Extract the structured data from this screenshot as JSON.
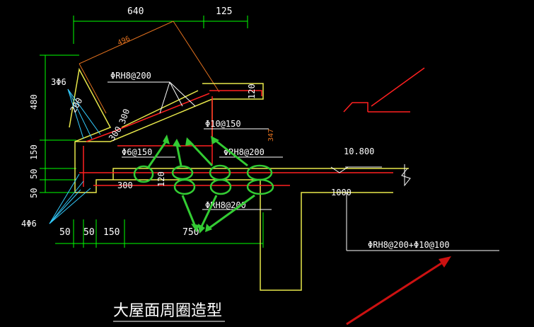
{
  "dimensions": {
    "top_width": "640",
    "top_right": "125",
    "slope_len": "496",
    "left_480": "480",
    "left_150": "150",
    "left_50a": "50",
    "left_50b": "50",
    "bottom_50a": "50",
    "bottom_50b": "50",
    "bottom_150": "150",
    "bottom_750": "750",
    "dim_200": "200",
    "dim_300a": "300",
    "dim_300b": "300",
    "dim_300c": "300",
    "dim_120": "120",
    "dim_120r": "120",
    "dim_347": "347",
    "dim_1000": "1000",
    "elev": "10.800"
  },
  "labels": {
    "rebar_3phi6": "3Φ6",
    "rebar_4phi6": "4Φ6",
    "rebar_rh8_200_top": "ΦRH8@200",
    "rebar_10_150": "Φ10@150",
    "rebar_6_150": "Φ6@150",
    "rebar_rh8_200_mid": "ΦRH8@200",
    "rebar_rh8_200_bot": "ΦRH8@200",
    "rebar_combo": "ΦRH8@200+Φ10@100"
  },
  "title": "大屋面周圈造型",
  "colors": {
    "background": "#000000",
    "dimension": "#00ff00",
    "concrete_outline": "#e8e84a",
    "rebar": "#ff2020",
    "annotation": "#ffffff",
    "highlight": "#33cc33",
    "pointer_arrow": "#cc1111"
  }
}
